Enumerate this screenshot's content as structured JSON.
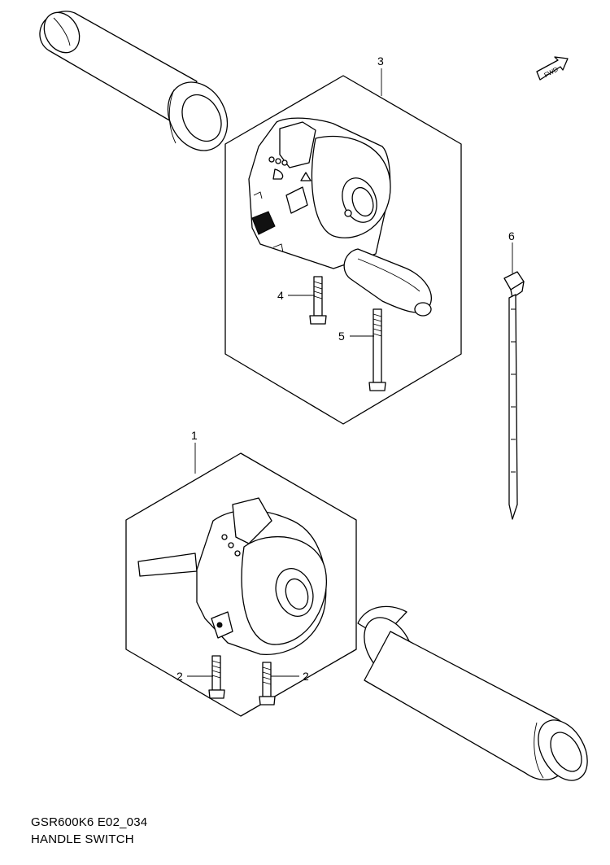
{
  "callouts": {
    "p1": "1",
    "p2a": "2",
    "p2b": "2",
    "p3": "3",
    "p4": "4",
    "p5": "5",
    "p6": "6"
  },
  "fwd_label": "FWD",
  "caption": {
    "code": "GSR600K6 E02_034",
    "title": "HANDLE SWITCH"
  }
}
